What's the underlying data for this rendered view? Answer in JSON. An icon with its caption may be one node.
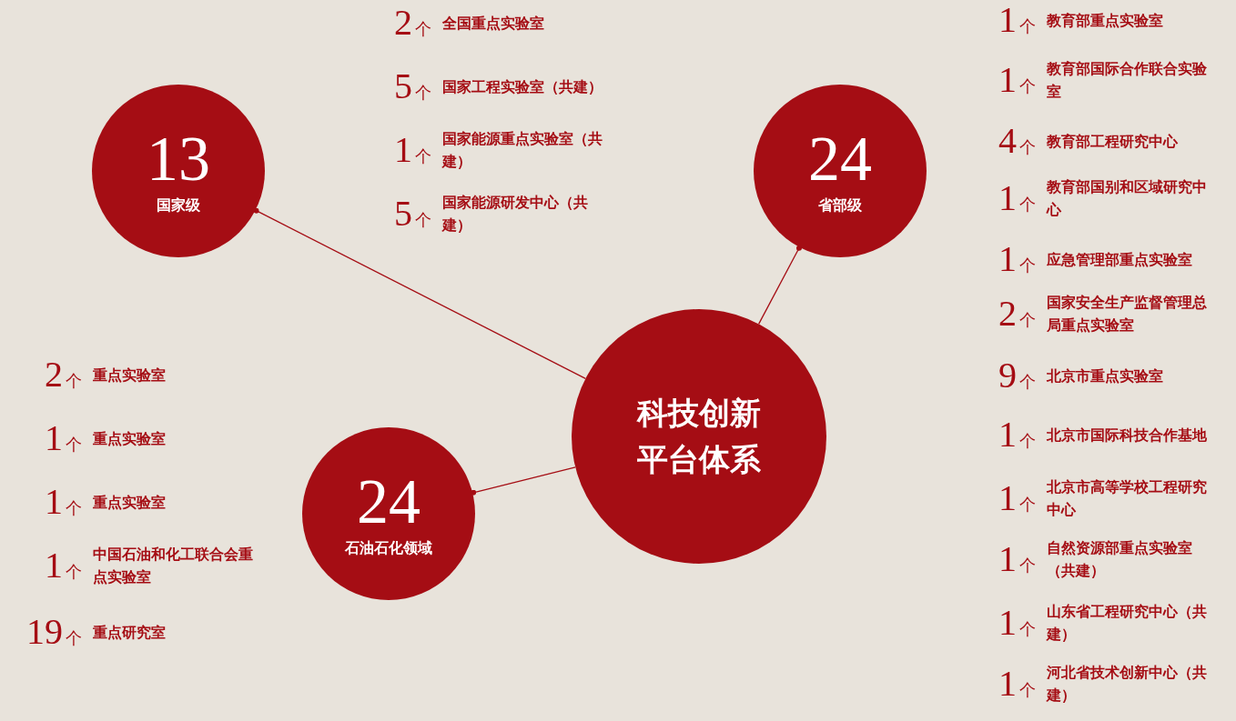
{
  "diagram": {
    "nodes": [
      {
        "text": [
          "科技创新平台体系"
        ]
      },
      {
        "text": [
          "13",
          "国家级"
        ]
      },
      {
        "text": [
          "24",
          "省部级"
        ]
      },
      {
        "text": [
          "24",
          "石油石化领域"
        ]
      }
    ],
    "edges": [
      {
        "from": 0,
        "to": 1,
        "arrow": "other"
      },
      {
        "from": 0,
        "to": 2,
        "arrow": "other"
      },
      {
        "from": 0,
        "to": 3,
        "arrow": "other"
      }
    ],
    "labels": [
      "2个",
      "全国重点实验室",
      "5个",
      "国家工程实验室（共建）",
      "1个",
      "国家能源重点实验室（共建）",
      "5个",
      "国家能源研发中心（共建）",
      "1个",
      "教育部重点实验室",
      "1个",
      "教育部国际合作联合实验室",
      "4个",
      "教育部工程研究中心",
      "1个",
      "教育部国别和区域研究中心",
      "1个",
      "应急管理部重点实验室",
      "2个",
      "国家安全生产监督管理总局重点实验室",
      "9个",
      "北京市重点实验室",
      "1个",
      "北京市国际科技合作基地",
      "1个",
      "北京市高等学校工程研究中心",
      "1个",
      "自然资源部重点实验室（共建）",
      "1个",
      "山东省工程研究中心（共建）",
      "1个",
      "河北省技术创新中心（共建）",
      "2个",
      "重点实验室",
      "1个",
      "重点实验室",
      "1个",
      "重点实验室",
      "1个",
      "中国石油和化工联合会重点实验室",
      "19个",
      "重点研究室"
    ]
  }
}
